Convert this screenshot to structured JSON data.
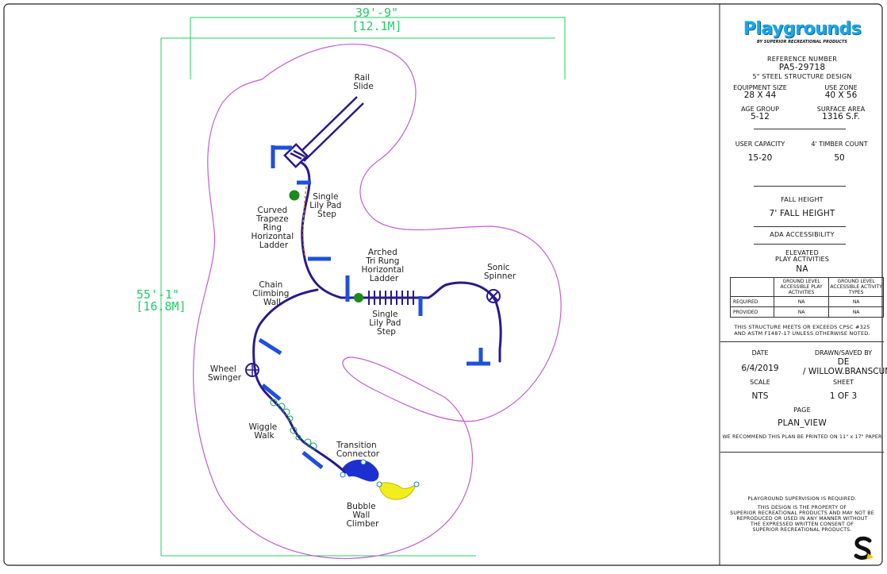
{
  "dimensions": {
    "width_imperial": "39'-9\"",
    "width_metric": "[12.1M]",
    "height_imperial": "55'-1\"",
    "height_metric": "[16.8M]"
  },
  "components": [
    {
      "id": "rail-slide",
      "label_lines": [
        "Rail",
        "Slide"
      ]
    },
    {
      "id": "single-lily-pad-step-top",
      "label_lines": [
        "Single",
        "Lily Pad",
        "Step"
      ]
    },
    {
      "id": "curved-trapeze",
      "label_lines": [
        "Curved",
        "Trapeze",
        "Ring",
        "Horizontal",
        "Ladder"
      ]
    },
    {
      "id": "arched-tri-rung",
      "label_lines": [
        "Arched",
        "Tri Rung",
        "Horizontal",
        "Ladder"
      ]
    },
    {
      "id": "sonic-spinner",
      "label_lines": [
        "Sonic",
        "Spinner"
      ]
    },
    {
      "id": "chain-climbing-wall",
      "label_lines": [
        "Chain",
        "Climbing",
        "Wall"
      ]
    },
    {
      "id": "single-lily-pad-step-mid",
      "label_lines": [
        "Single",
        "Lily Pad",
        "Step"
      ]
    },
    {
      "id": "wheel-swinger",
      "label_lines": [
        "Wheel",
        "Swinger"
      ]
    },
    {
      "id": "wiggle-walk",
      "label_lines": [
        "Wiggle",
        "Walk"
      ]
    },
    {
      "id": "transition-connector",
      "label_lines": [
        "Transition",
        "Connector"
      ]
    },
    {
      "id": "bubble-wall-climber",
      "label_lines": [
        "Bubble",
        "Wall",
        "Climber"
      ]
    }
  ],
  "title_block": {
    "brand": "Playgrounds",
    "brand_sub": "BY SUPERIOR RECREATIONAL PRODUCTS",
    "reference_number_label": "REFERENCE NUMBER",
    "reference_number": "PA5-29718",
    "design": "5\" STEEL STRUCTURE DESIGN",
    "equipment_size_label": "EQUIPMENT SIZE",
    "equipment_size": "28 X 44",
    "use_zone_label": "USE ZONE",
    "use_zone": "40 X 56",
    "age_group_label": "AGE GROUP",
    "age_group": "5-12",
    "surface_area_label": "SURFACE AREA",
    "surface_area": "1316   S.F.",
    "user_capacity_label": "USER CAPACITY",
    "user_capacity": "15-20",
    "timber_count_label": "4' TIMBER COUNT",
    "timber_count": "50",
    "fall_height_label": "FALL HEIGHT",
    "fall_height": "7' FALL HEIGHT",
    "ada_label": "ADA ACCESSIBILITY",
    "elevated_label_1": "ELEVATED",
    "elevated_label_2": "PLAY ACTIVITIES",
    "elevated_value": "NA",
    "ada_table": {
      "headers": [
        "",
        "GROUND LEVEL ACCESSIBLE PLAY ACTIVITIES",
        "GROUND LEVEL ACCESSIBLE ACTIVITY TYPES"
      ],
      "rows": [
        {
          "label": "REQUIRED",
          "a": "NA",
          "b": "NA"
        },
        {
          "label": "PROVIDED",
          "a": "NA",
          "b": "NA"
        }
      ]
    },
    "compliance_1": "THIS STRUCTURE MEETS OR EXCEEDS CPSC #325",
    "compliance_2": "AND ASTM F1487-17 UNLESS OTHERWISE NOTED.",
    "date_label": "DATE",
    "date": "6/4/2019",
    "drawn_label": "DRAWN/SAVED BY",
    "drawn_1": "DE",
    "drawn_2": "/ WILLOW.BRANSCUM",
    "scale_label": "SCALE",
    "scale": "NTS",
    "sheet_label": "SHEET",
    "sheet": "1   OF   3",
    "page_label": "PAGE",
    "page": "PLAN_VIEW",
    "print_note": "WE RECOMMEND THIS PLAN BE PRINTED ON 11\" x 17\" PAPER",
    "supervision": "PLAYGROUND SUPERVISION IS REQUIRED.",
    "property_1": "THIS DESIGN IS THE PROPERTY OF",
    "property_2": "SUPERIOR RECREATIONAL PRODUCTS AND MAY NOT BE",
    "property_3": "REPRODUCED OR USED IN ANY MANNER WITHOUT",
    "property_4": "THE EXPRESSED WRITTEN CONSENT OF",
    "property_5": "SUPERIOR RECREATIONAL PRODUCTS."
  },
  "colors": {
    "structure": "#2a1a8c",
    "deck": "#1d4fe0",
    "use_zone": "#c060d0",
    "dimension": "#22cc66",
    "bubble": "#f2ee1e",
    "lily_pad": "#1a8a1a"
  }
}
